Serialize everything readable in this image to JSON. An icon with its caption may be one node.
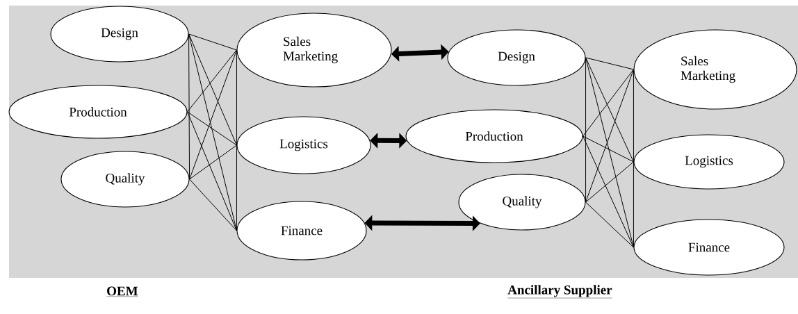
{
  "diagram": {
    "nodes": [
      {
        "text": [
          "Design"
        ]
      },
      {
        "text": [
          "Production"
        ]
      },
      {
        "text": [
          "Quality"
        ]
      },
      {
        "text": [
          "Sales Marketing"
        ]
      },
      {
        "text": [
          "Logistics"
        ]
      },
      {
        "text": [
          "Finance"
        ]
      },
      {
        "text": [
          "Design"
        ]
      },
      {
        "text": [
          "Production"
        ]
      },
      {
        "text": [
          "Quality"
        ]
      },
      {
        "text": [
          "Sales Marketing"
        ]
      },
      {
        "text": [
          "Logistics"
        ]
      },
      {
        "text": [
          "Finance"
        ]
      }
    ],
    "edges": [
      {
        "from": 0,
        "to": 3,
        "arrow": "none"
      },
      {
        "from": 0,
        "to": 4,
        "arrow": "none"
      },
      {
        "from": 0,
        "to": 5,
        "arrow": "none"
      },
      {
        "from": 1,
        "to": 3,
        "arrow": "none"
      },
      {
        "from": 1,
        "to": 4,
        "arrow": "none"
      },
      {
        "from": 1,
        "to": 5,
        "arrow": "none"
      },
      {
        "from": 2,
        "to": 3,
        "arrow": "none"
      },
      {
        "from": 2,
        "to": 4,
        "arrow": "none"
      },
      {
        "from": 2,
        "to": 5,
        "arrow": "none"
      },
      {
        "from": 0,
        "to": 2,
        "arrow": "none"
      },
      {
        "from": 3,
        "to": 5,
        "arrow": "none"
      },
      {
        "from": 3,
        "to": 6,
        "arrow": "both",
        "style": "thick"
      },
      {
        "from": 4,
        "to": 7,
        "arrow": "both",
        "style": "thick"
      },
      {
        "from": 5,
        "to": 8,
        "arrow": "both",
        "style": "thick"
      },
      {
        "from": 6,
        "to": 9,
        "arrow": "none"
      },
      {
        "from": 6,
        "to": 10,
        "arrow": "none"
      },
      {
        "from": 6,
        "to": 11,
        "arrow": "none"
      },
      {
        "from": 7,
        "to": 9,
        "arrow": "none"
      },
      {
        "from": 7,
        "to": 10,
        "arrow": "none"
      },
      {
        "from": 7,
        "to": 11,
        "arrow": "none"
      },
      {
        "from": 8,
        "to": 9,
        "arrow": "none"
      },
      {
        "from": 8,
        "to": 10,
        "arrow": "none"
      },
      {
        "from": 8,
        "to": 11,
        "arrow": "none"
      },
      {
        "from": 6,
        "to": 8,
        "arrow": "none"
      },
      {
        "from": 9,
        "to": 11,
        "arrow": "none"
      }
    ],
    "labels": [
      "OEM",
      "Ancillary Supplier"
    ]
  }
}
